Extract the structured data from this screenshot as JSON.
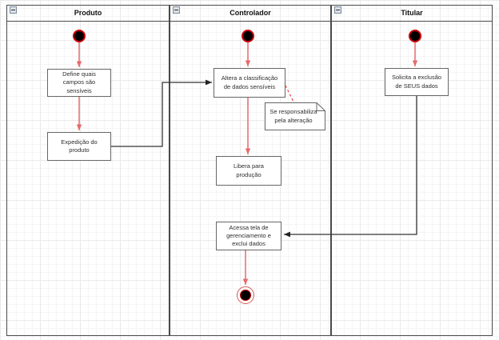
{
  "lanes": [
    {
      "label": "Produto"
    },
    {
      "label": "Controlador"
    },
    {
      "label": "Titular"
    }
  ],
  "activities": {
    "define_campos": {
      "text": "Define quais\ncampos são\nsensíveis"
    },
    "expedicao_produto": {
      "text": "Expedição do\nproduto"
    },
    "altera_classificacao": {
      "text": "Altera a classificação\nde dados sensíveis"
    },
    "libera_producao": {
      "text": "Libera para\nprodução"
    },
    "acessa_tela": {
      "text": "Acessa tela de\ngerenciamento e\nexclui dados"
    },
    "solicita_exclusao": {
      "text": "Solicita a exclusão\nde SEUS dados"
    }
  },
  "note": {
    "text": "Se responsabiliza\npela alteração"
  },
  "nodes": {
    "initial_produto": "initial-node",
    "initial_controlador": "initial-node",
    "initial_titular": "initial-node",
    "final_controlador": "activity-final-node"
  },
  "edges": [
    {
      "from": "initial-produto",
      "to": "define-campos",
      "style": "red-solid"
    },
    {
      "from": "define-campos",
      "to": "expedicao-produto",
      "style": "red-solid"
    },
    {
      "from": "expedicao-produto",
      "to": "altera-classificacao",
      "style": "black-elbow"
    },
    {
      "from": "initial-controlador",
      "to": "altera-classificacao",
      "style": "red-solid"
    },
    {
      "from": "altera-classificacao",
      "to": "libera-producao",
      "style": "red-solid"
    },
    {
      "from": "altera-classificacao",
      "to": "note",
      "style": "red-dashed"
    },
    {
      "from": "acessa-tela",
      "to": "final-node",
      "style": "red-solid"
    },
    {
      "from": "initial-titular",
      "to": "solicita-exclusao",
      "style": "red-solid"
    },
    {
      "from": "solicita-exclusao",
      "to": "acessa-tela",
      "style": "black-elbow"
    }
  ],
  "colors": {
    "arrow_red": "#e66a6a",
    "initial_node_stroke": "#cc0000",
    "initial_node_fill": "#000000",
    "final_node_ring": "#d65c5c",
    "connector_black": "#333333",
    "box_border": "#666666",
    "pool_border": "#4a4a4a",
    "box_fill": "#ffffff"
  }
}
